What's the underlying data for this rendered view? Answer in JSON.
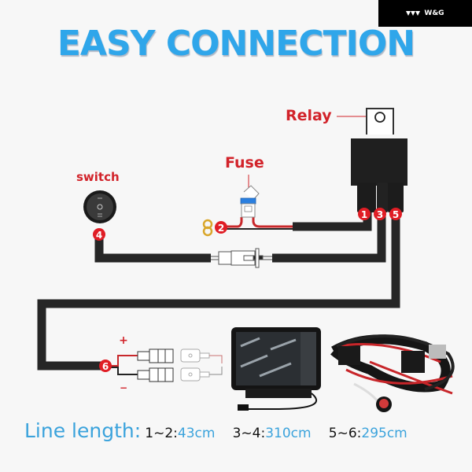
{
  "brand": {
    "logo_icon": "wg-chevrons-logo",
    "name": "W&G"
  },
  "title": "EASY CONNECTION",
  "labels": {
    "relay": "Relay",
    "fuse": "Fuse",
    "switch": "switch"
  },
  "terminals": [
    "1",
    "2",
    "3",
    "4",
    "5",
    "6"
  ],
  "polarity": {
    "plus": "+",
    "minus": "−"
  },
  "components": [
    "relay",
    "fuse",
    "ring-terminals",
    "rocker-switch",
    "inline-connector",
    "spade-connectors",
    "led-work-light",
    "wiring-harness-kit"
  ],
  "line_length": {
    "label": "Line length:",
    "segments": [
      {
        "key": "1~2:",
        "value": "43cm"
      },
      {
        "key": "3~4:",
        "value": "310cm"
      },
      {
        "key": "5~6:",
        "value": "295cm"
      }
    ]
  },
  "colors": {
    "title_blue": "#2fa6ea",
    "label_red": "#d2232a",
    "wire_black": "#262626"
  }
}
